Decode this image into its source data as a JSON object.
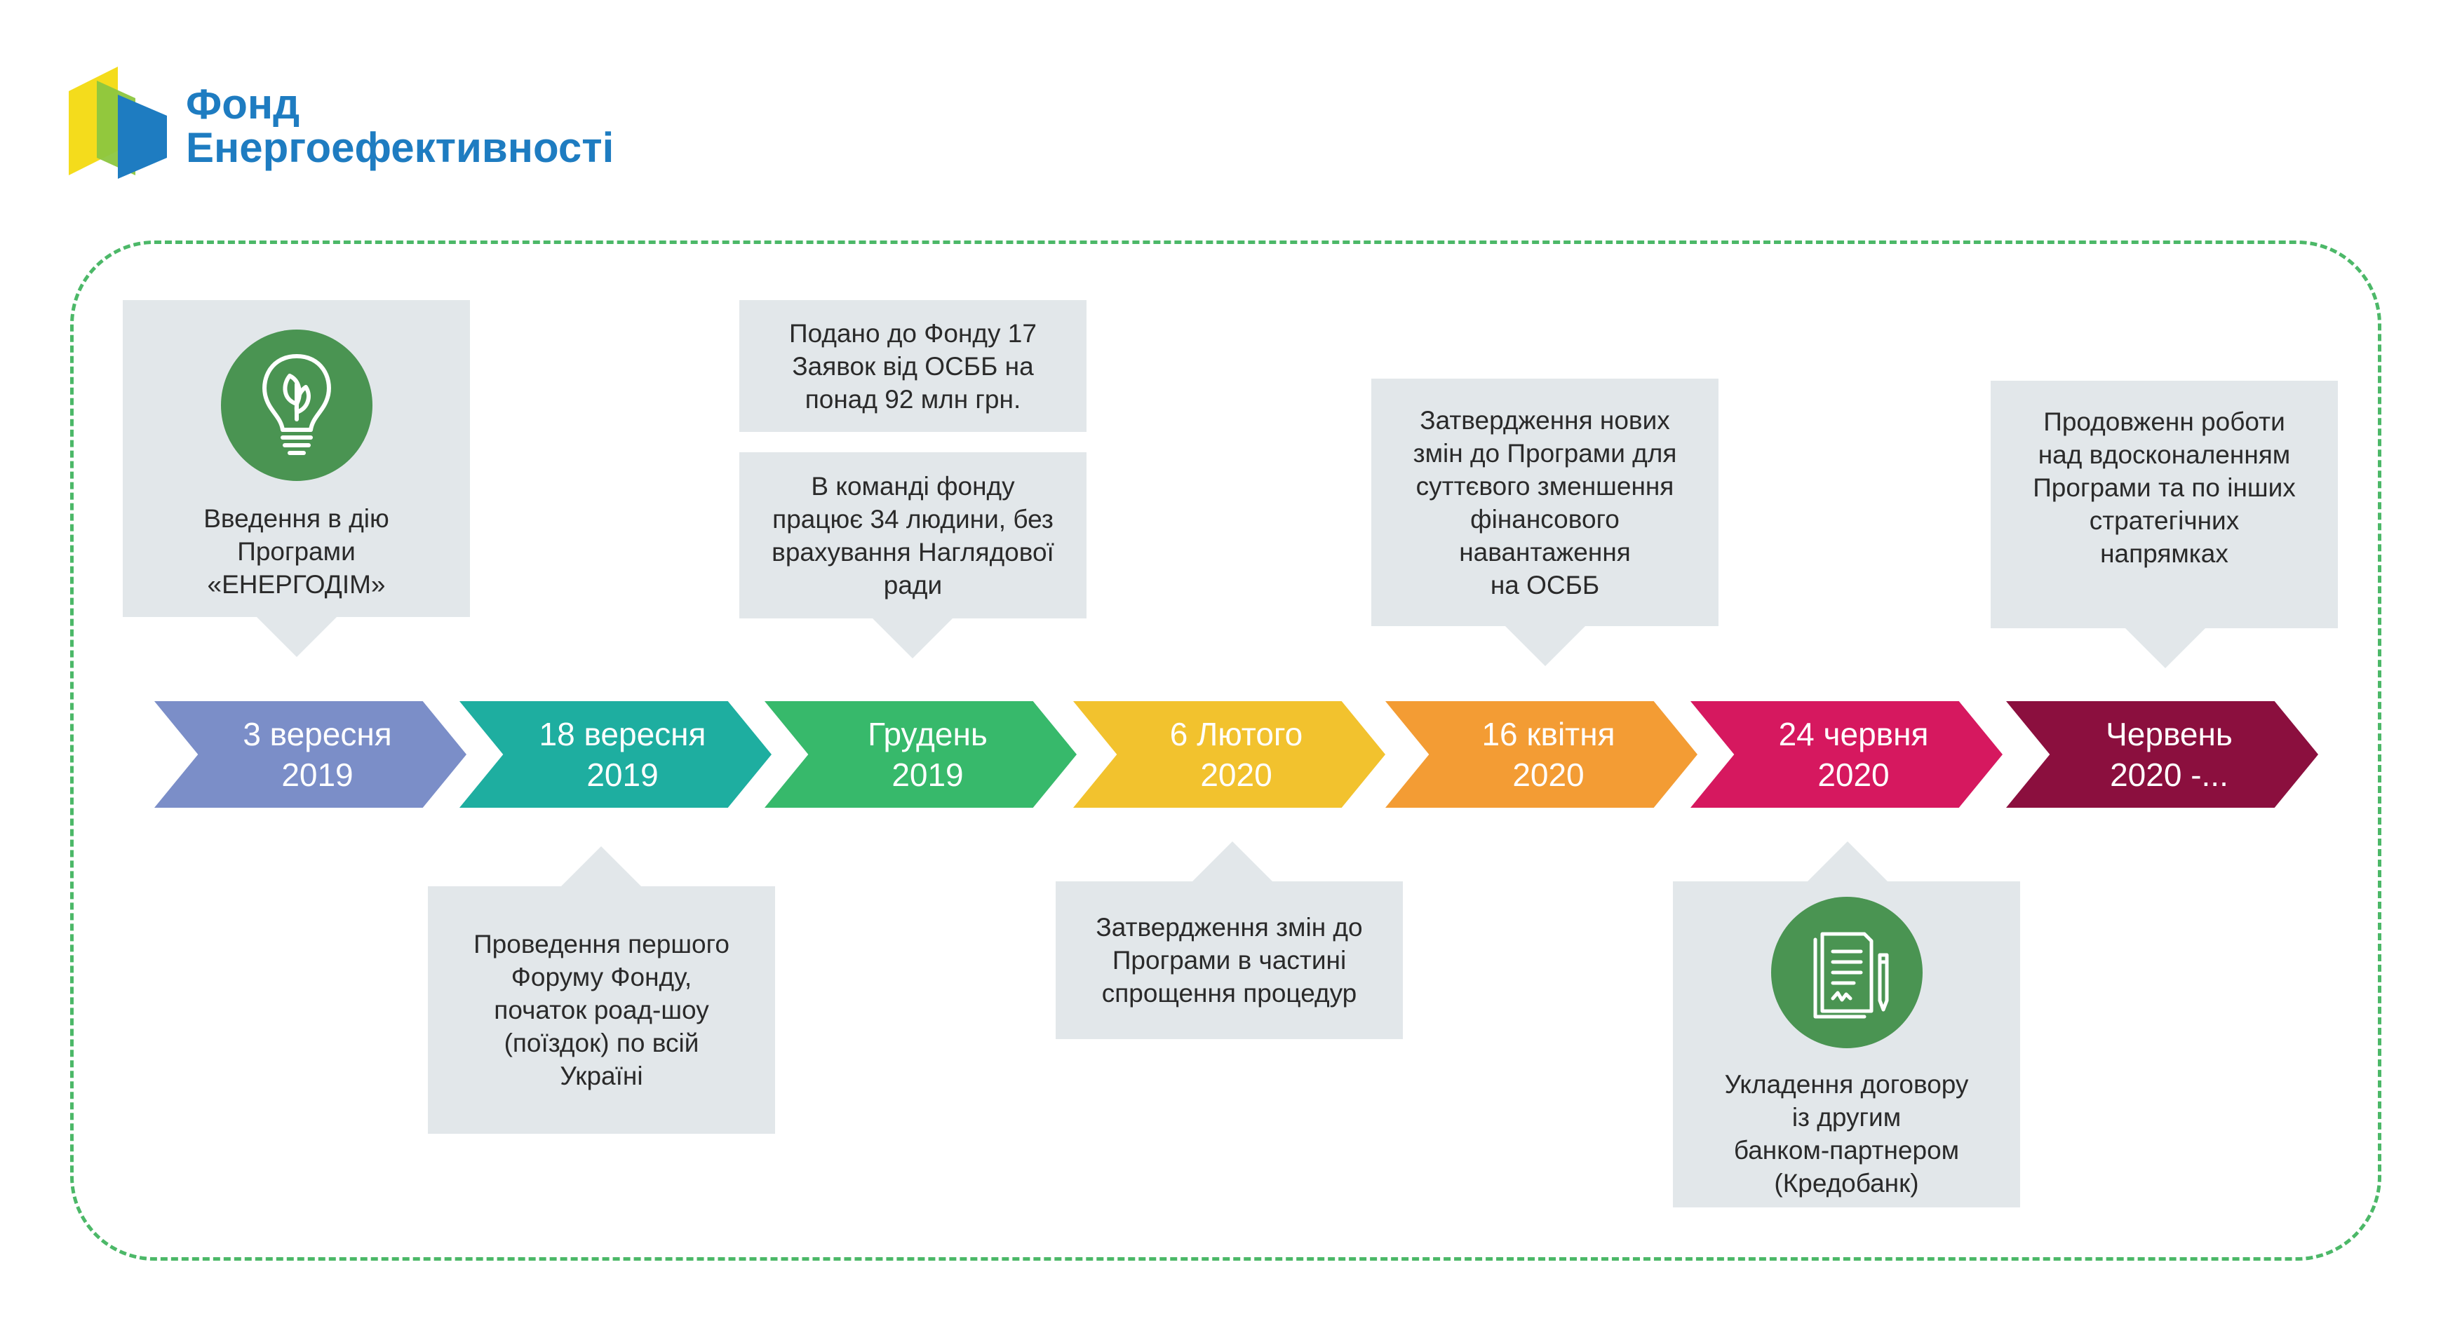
{
  "logo": {
    "line1": "Фонд",
    "line2": "Енергоефективності"
  },
  "colors": {
    "frame": "#4cb868",
    "callout_bg": "#e2e7ea",
    "icon_bg": "#4a9452",
    "logo_yellow": "#f4dc1c",
    "logo_green": "#8cc63f",
    "logo_blue": "#1e7cc1"
  },
  "timeline": [
    {
      "label": "3 вересня\n2019",
      "color": "#7b8ec8"
    },
    {
      "label": "18 вересня\n2019",
      "color": "#1eaea0"
    },
    {
      "label": "Грудень\n2019",
      "color": "#37b96b"
    },
    {
      "label": "6 Лютого\n2020",
      "color": "#f2c22e"
    },
    {
      "label": "16 квітня\n2020",
      "color": "#f39c34"
    },
    {
      "label": "24 червня\n2020",
      "color": "#d6185f"
    },
    {
      "label": "Червень\n2020 -...",
      "color": "#8b0f3e"
    }
  ],
  "events": [
    {
      "text": "Введення в дію\nПрограми\n«ЕНЕРГОДІМ»",
      "icon": "lightbulb-leaf-icon"
    },
    {
      "text": "Проведення першого\nФоруму Фонду,\nпочаток роад-шоу\n(поїздок) по всій\nУкраїні"
    },
    {
      "text": "Подано до Фонду 17\nЗаявок від ОСББ на\nпонад 92 млн грн."
    },
    {
      "text": "В команді фонду\nпрацює 34 людини, без\nврахування Наглядової\nради"
    },
    {
      "text": "Затвердження змін до\nПрограми в частині\nспрощення процедур"
    },
    {
      "text": "Затвердження нових\nзмін до Програми для\nсуттєвого зменшення\nфінансового\nнавантаження\nна ОСББ"
    },
    {
      "text": "Укладення договору\nіз другим\nбанком-партнером\n(Кредобанк)",
      "icon": "contract-pen-icon"
    },
    {
      "text": "Продовженн роботи\nнад вдосконаленням\nПрограми та по інших\nстратегічних\nнапрямках"
    }
  ]
}
